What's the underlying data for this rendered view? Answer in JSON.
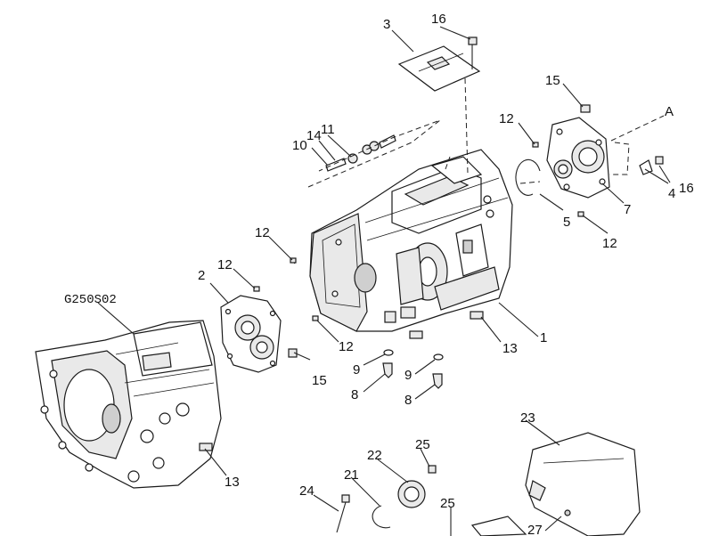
{
  "diagram": {
    "code_label": "G250S02",
    "reference_letter": "A",
    "callouts": [
      "1",
      "2",
      "3",
      "4",
      "5",
      "7",
      "8",
      "9",
      "10",
      "11",
      "12",
      "13",
      "14",
      "15",
      "16",
      "21",
      "22",
      "23",
      "24",
      "25",
      "27"
    ]
  }
}
